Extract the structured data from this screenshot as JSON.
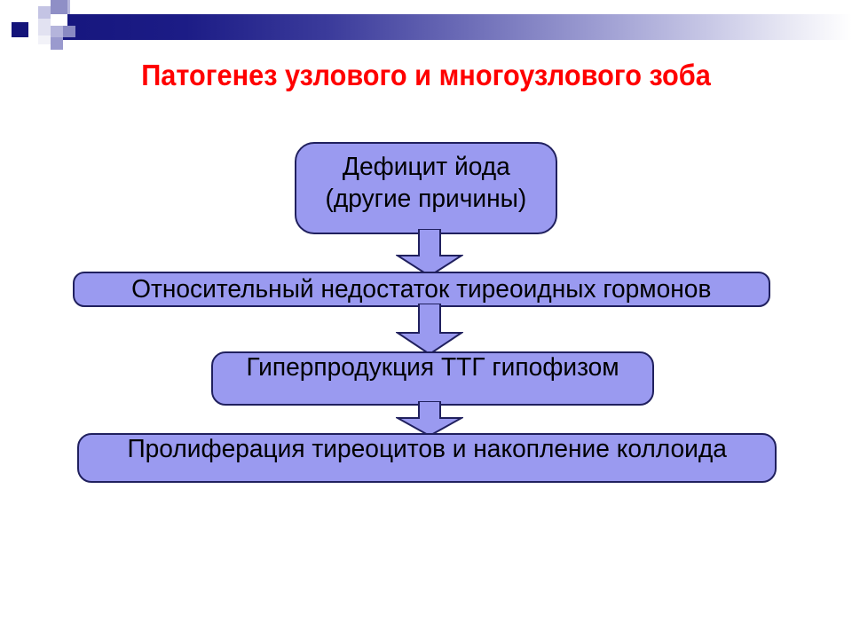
{
  "slide": {
    "title": "Патогенез узлового и многоузлового зоба",
    "title_color": "#FF0000",
    "background": "#FFFFFF"
  },
  "banner": {
    "name": "decorative-header-bar",
    "gradient_from": "#16167E",
    "gradient_to": "#FFFFFF",
    "accent_square_color": "#14147A"
  },
  "flowchart": {
    "box_fill": "#9A9AF0",
    "box_border": "#20205E",
    "arrow_fill": "#9A9AF0",
    "arrow_border": "#20205E",
    "steps": [
      {
        "id": "step-1",
        "lines": [
          "Дефицит йода",
          "(другие причины)"
        ]
      },
      {
        "id": "step-2",
        "lines": [
          "Относительный недостаток тиреоидных гормонов"
        ]
      },
      {
        "id": "step-3",
        "lines": [
          "Гиперпродукция ТТГ гипофизом"
        ]
      },
      {
        "id": "step-4",
        "lines": [
          "Пролиферация тиреоцитов и накопление коллоида"
        ]
      }
    ],
    "arrows": [
      {
        "id": "arrow-1",
        "from": "step-1",
        "to": "step-2",
        "direction": "down"
      },
      {
        "id": "arrow-2",
        "from": "step-2",
        "to": "step-3",
        "direction": "down"
      },
      {
        "id": "arrow-3",
        "from": "step-3",
        "to": "step-4",
        "direction": "down"
      }
    ]
  }
}
